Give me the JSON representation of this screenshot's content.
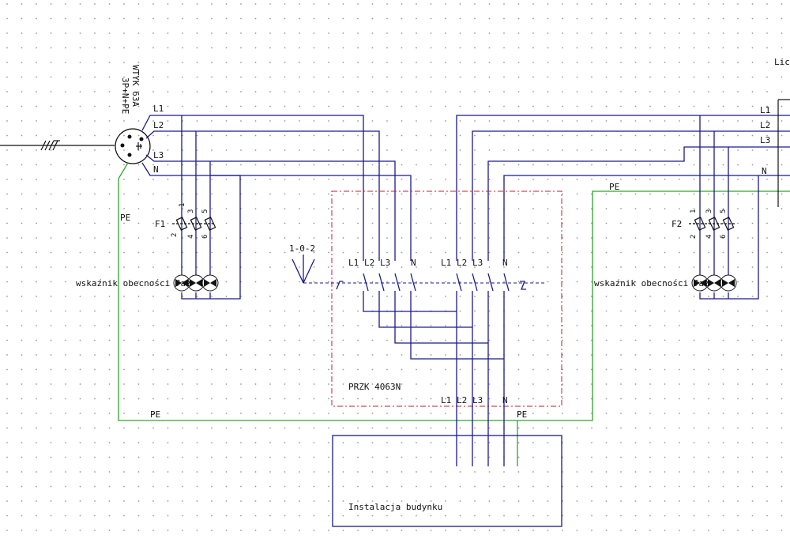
{
  "plug": {
    "label_line1": "WTYK 63A",
    "label_line2": "3P+N+PE"
  },
  "phases": {
    "l1": "L1",
    "l2": "L2",
    "l3": "L3",
    "n": "N",
    "pe": "PE"
  },
  "fuses": {
    "f1": "F1",
    "f2": "F2",
    "pins_top": [
      "1",
      "3",
      "5"
    ],
    "pins_bottom": [
      "2",
      "4",
      "6"
    ]
  },
  "indicator_label": "wskaźnik obecności faz",
  "switch": {
    "positions": "1-0-2",
    "model": "PRZK 4063N"
  },
  "building_label": "Instalacja budynku",
  "meter_label": "Licz",
  "colors": {
    "wire": "#1a1a8c",
    "pe": "#2ea32e",
    "dash": "#c0202a"
  }
}
